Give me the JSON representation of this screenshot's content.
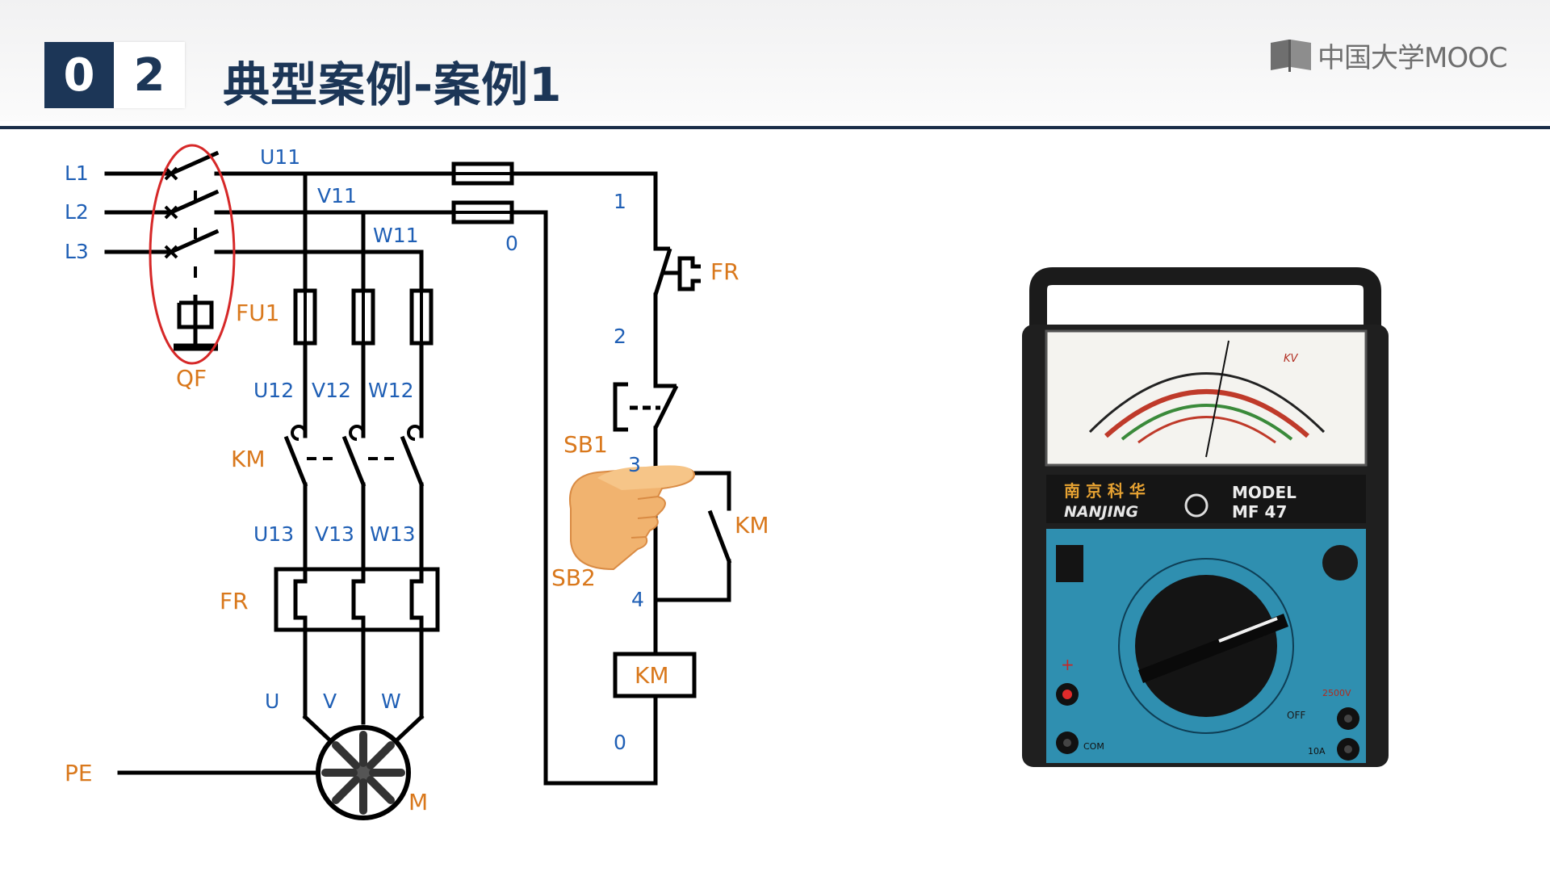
{
  "header": {
    "number_digit_1": "0",
    "number_digit_2": "2",
    "title": "典型案例-案例1",
    "logo_text": "中国大学MOOC"
  },
  "circuit": {
    "phase_labels": [
      "L1",
      "L2",
      "L3"
    ],
    "breaker_label": "QF",
    "fuse_label": "FU1",
    "line_labels_top": [
      "U11",
      "V11",
      "W11"
    ],
    "line_labels_after_fuse": [
      "U12",
      "V12",
      "W12"
    ],
    "contactor_main_label": "KM",
    "line_labels_after_contactor": [
      "U13",
      "V13",
      "W13"
    ],
    "overload_relay_label": "FR",
    "motor_terminal_labels": [
      "U",
      "V",
      "W"
    ],
    "earth_label": "PE",
    "motor_label": "M",
    "control_nodes": [
      "0",
      "1",
      "2",
      "3",
      "4",
      "0"
    ],
    "control_fr_label": "FR",
    "stop_button_label": "SB1",
    "start_button_label": "SB2",
    "aux_contact_label": "KM",
    "coil_label": "KM"
  },
  "multimeter": {
    "brand": "南 京 科 华",
    "brand_latin": "NANJING",
    "model_line_1": "MODEL",
    "model_line_2": "MF 47",
    "terminal_com": "COM",
    "terminal_10a": "10A",
    "terminal_2500v": "2500V",
    "off_label": "OFF",
    "plus_sign": "+"
  },
  "colors": {
    "navy": "#1c3657",
    "blue_label": "#1f5fb5",
    "orange_label": "#d9781c",
    "ellipse_red": "#d62828",
    "meter_teal": "#2f8fb0"
  }
}
